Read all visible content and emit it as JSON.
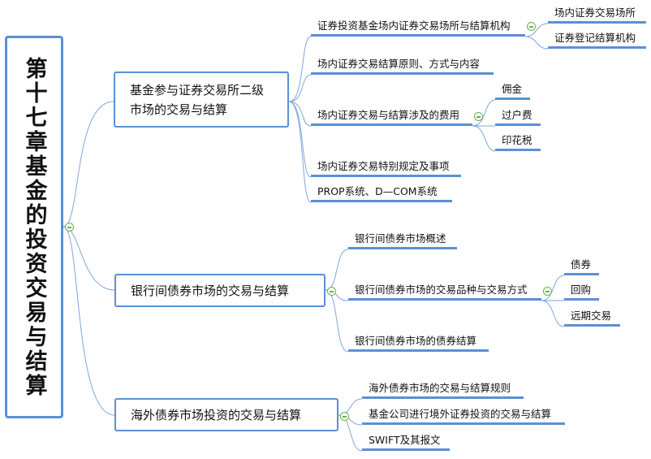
{
  "root": {
    "title": "第十七章基金的投资交易与结算"
  },
  "branches": [
    {
      "label": "基金参与证券交易所二级市场的交易与结算",
      "children": [
        {
          "label": "证券投资基金场内证券交易场所与结算机构",
          "children": [
            "场内证券交易场所",
            "证券登记结算机构"
          ]
        },
        {
          "label": "场内证券交易结算原则、方式与内容"
        },
        {
          "label": "场内证券交易与结算涉及的费用",
          "children": [
            "佣金",
            "过户费",
            "印花税"
          ]
        },
        {
          "label": "场内证券交易特别规定及事项"
        },
        {
          "label": "PROP系统、D—COM系统"
        }
      ]
    },
    {
      "label": "银行间债券市场的交易与结算",
      "children": [
        {
          "label": "银行间债券市场概述"
        },
        {
          "label": "银行间债券市场的交易品种与交易方式",
          "children": [
            "债券",
            "回购",
            "远期交易"
          ]
        },
        {
          "label": "银行间债券市场的债券结算"
        }
      ]
    },
    {
      "label": "海外债券市场投资的交易与结算",
      "children": [
        {
          "label": "海外债券市场的交易与结算规则"
        },
        {
          "label": "基金公司进行境外证券投资的交易与结算"
        },
        {
          "label": "SWIFT及其报文"
        }
      ]
    }
  ],
  "colors": {
    "border": "#5b8fd6",
    "toggle": "#6ab04c"
  }
}
